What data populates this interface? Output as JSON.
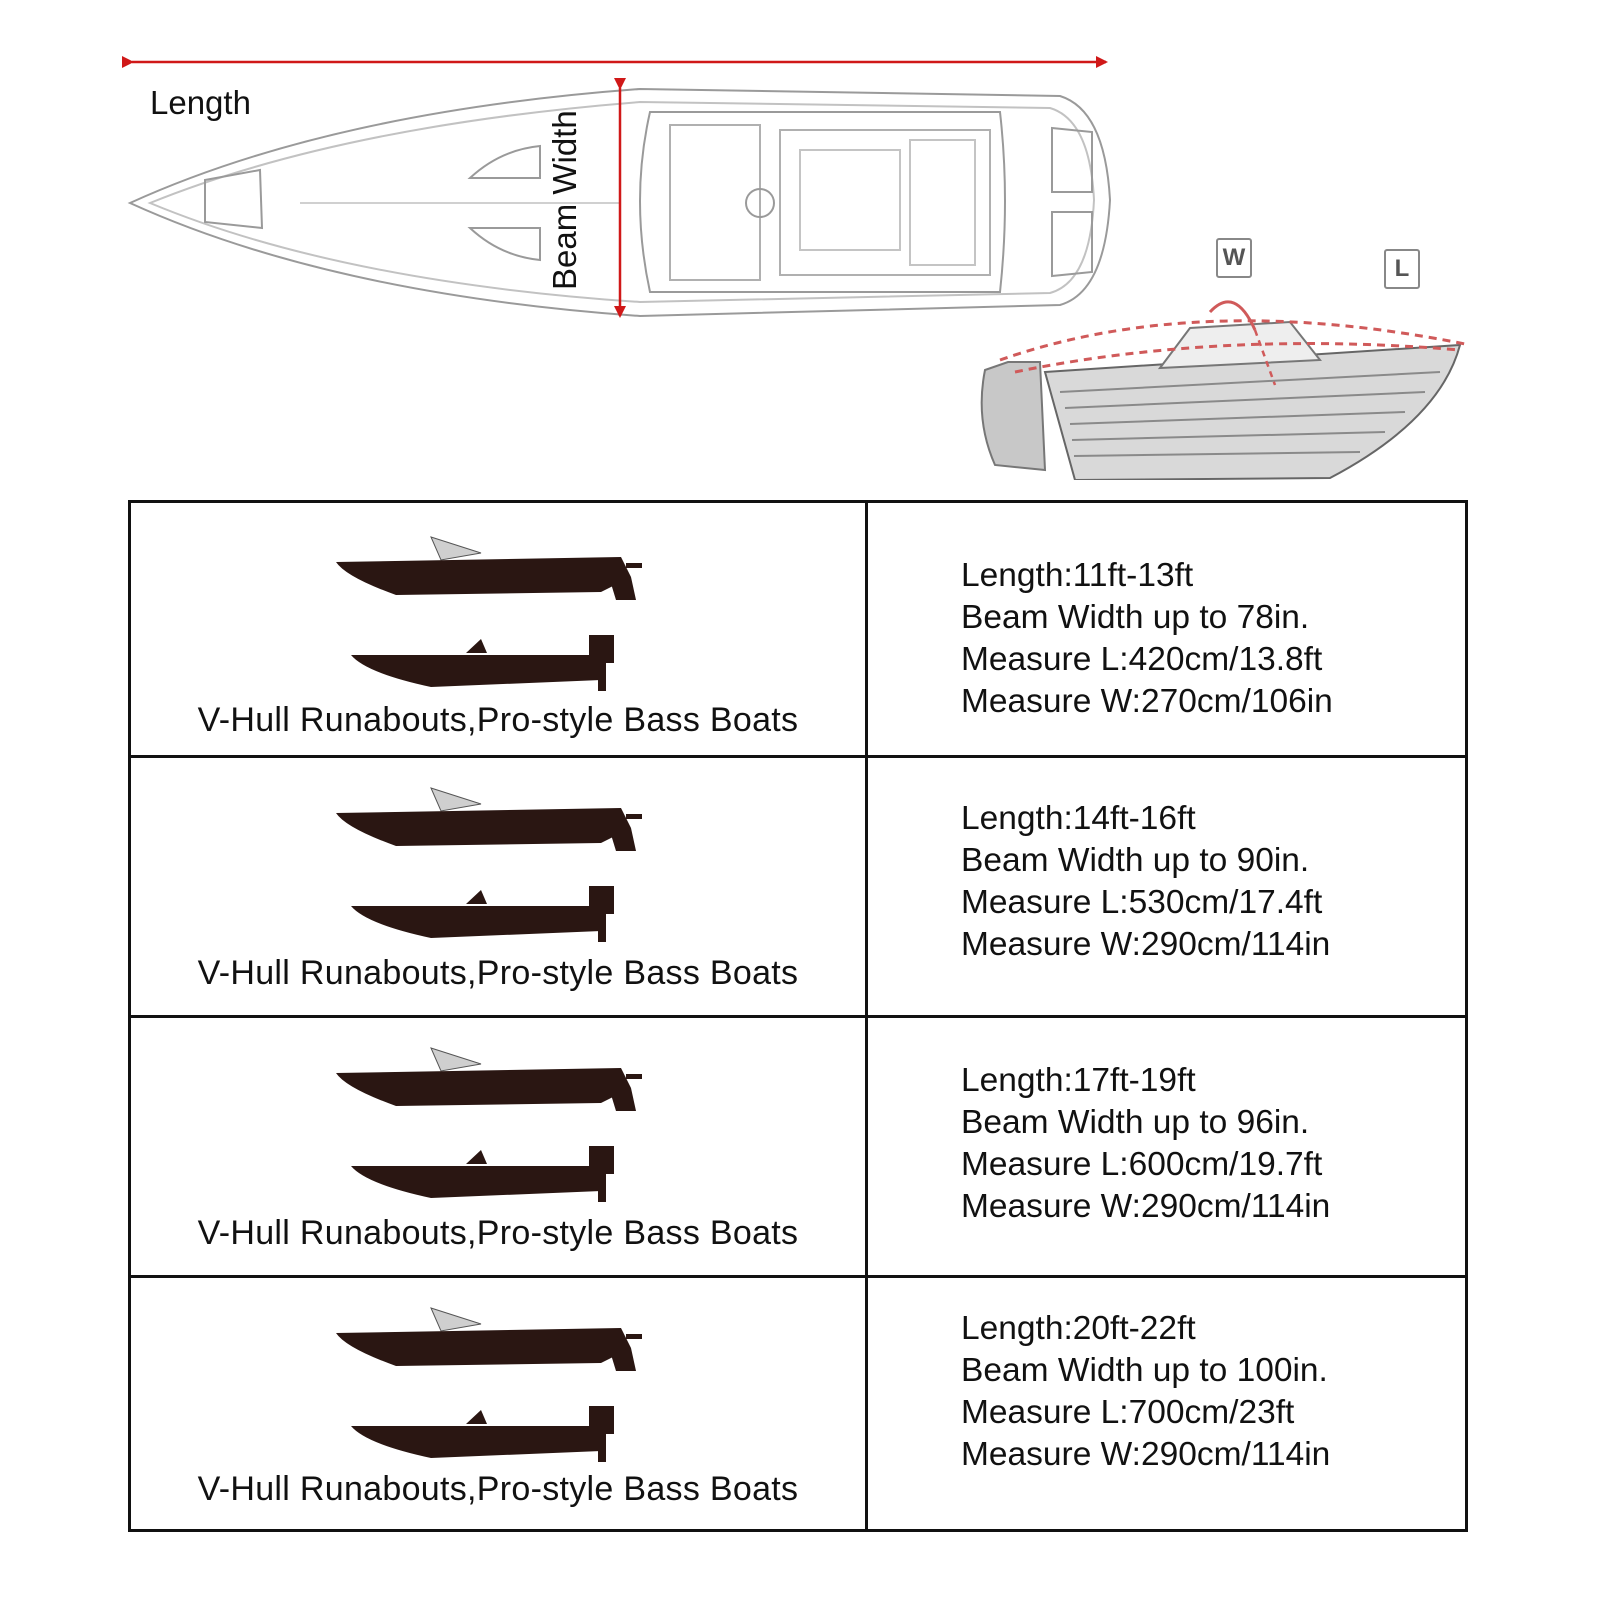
{
  "diagram": {
    "length_label": "Length",
    "beam_label": "Beam Width",
    "w_tag": "W",
    "l_tag": "L"
  },
  "sizes": [
    {
      "boat_type": "V-Hull Runabouts,Pro-style Bass Boats",
      "length": "Length:11ft-13ft",
      "beam": "Beam Width up to 78in.",
      "measure_l": "Measure L:420cm/13.8ft",
      "measure_w": "Measure W:270cm/106in"
    },
    {
      "boat_type": "V-Hull Runabouts,Pro-style Bass Boats",
      "length": "Length:14ft-16ft",
      "beam": "Beam Width up to 90in.",
      "measure_l": "Measure L:530cm/17.4ft",
      "measure_w": "Measure W:290cm/114in"
    },
    {
      "boat_type": "V-Hull Runabouts,Pro-style Bass Boats",
      "length": "Length:17ft-19ft",
      "beam": "Beam Width up to 96in.",
      "measure_l": "Measure L:600cm/19.7ft",
      "measure_w": "Measure W:290cm/114in"
    },
    {
      "boat_type": "V-Hull Runabouts,Pro-style Bass Boats",
      "length": "Length:20ft-22ft",
      "beam": "Beam Width up to 100in.",
      "measure_l": "Measure L:700cm/23ft",
      "measure_w": "Measure W:290cm/114in"
    }
  ]
}
